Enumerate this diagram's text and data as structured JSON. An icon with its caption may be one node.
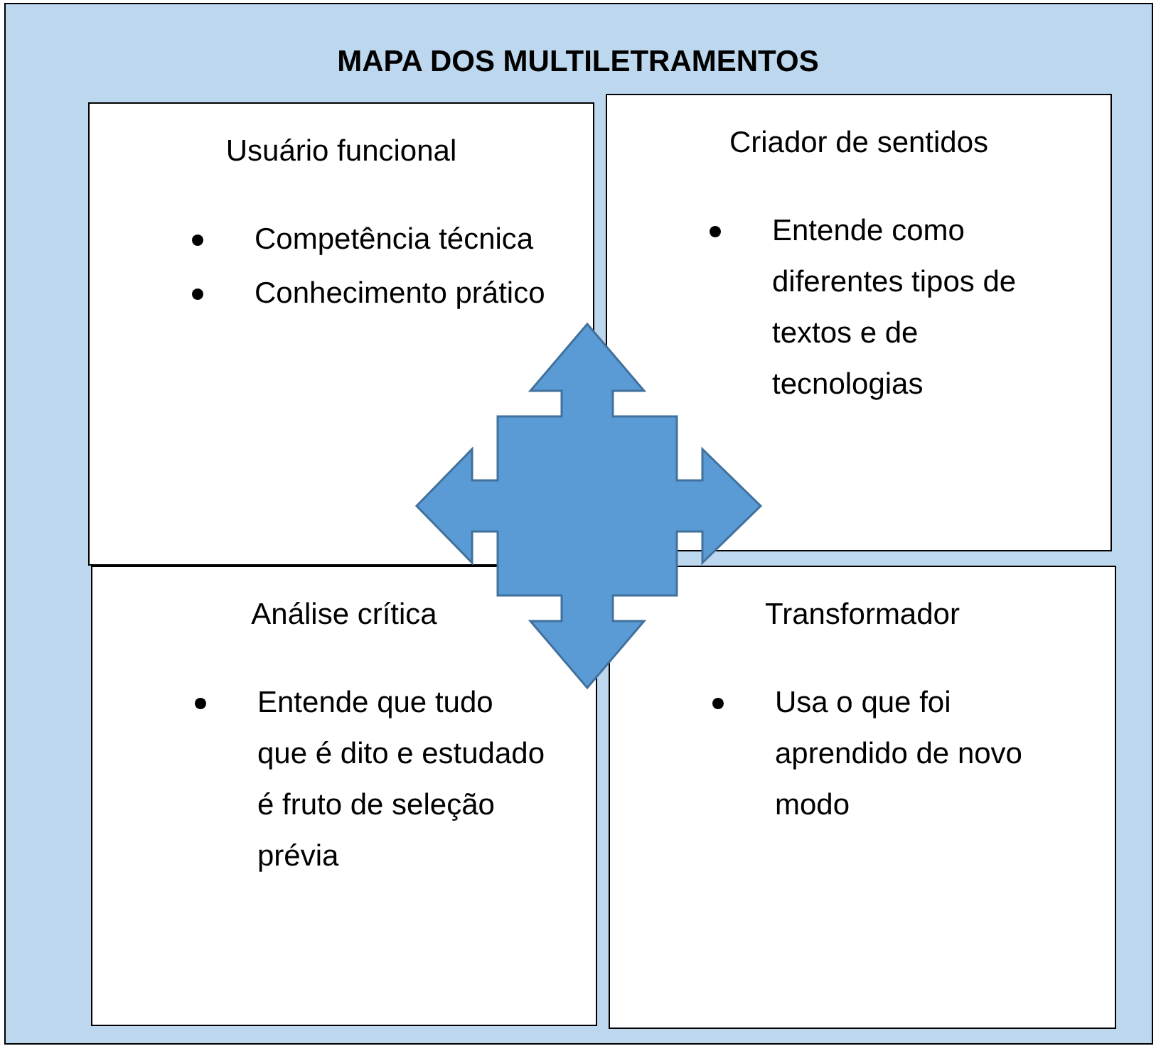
{
  "diagram": {
    "title": "MAPA DOS MULTILETRAMENTOS",
    "nodes": [
      {
        "text": [
          "Usuário funcional",
          "Competência técnica",
          "Conhecimento prático"
        ]
      },
      {
        "text": [
          "Criador de sentidos",
          "Entende como diferentes tipos de textos e de tecnologias"
        ]
      },
      {
        "text": [
          "Análise crítica",
          "Entende que tudo que é dito e estudado é fruto de seleção prévia"
        ]
      },
      {
        "text": [
          "Transformador",
          "Usa o que foi aprendido de novo modo"
        ]
      }
    ]
  }
}
